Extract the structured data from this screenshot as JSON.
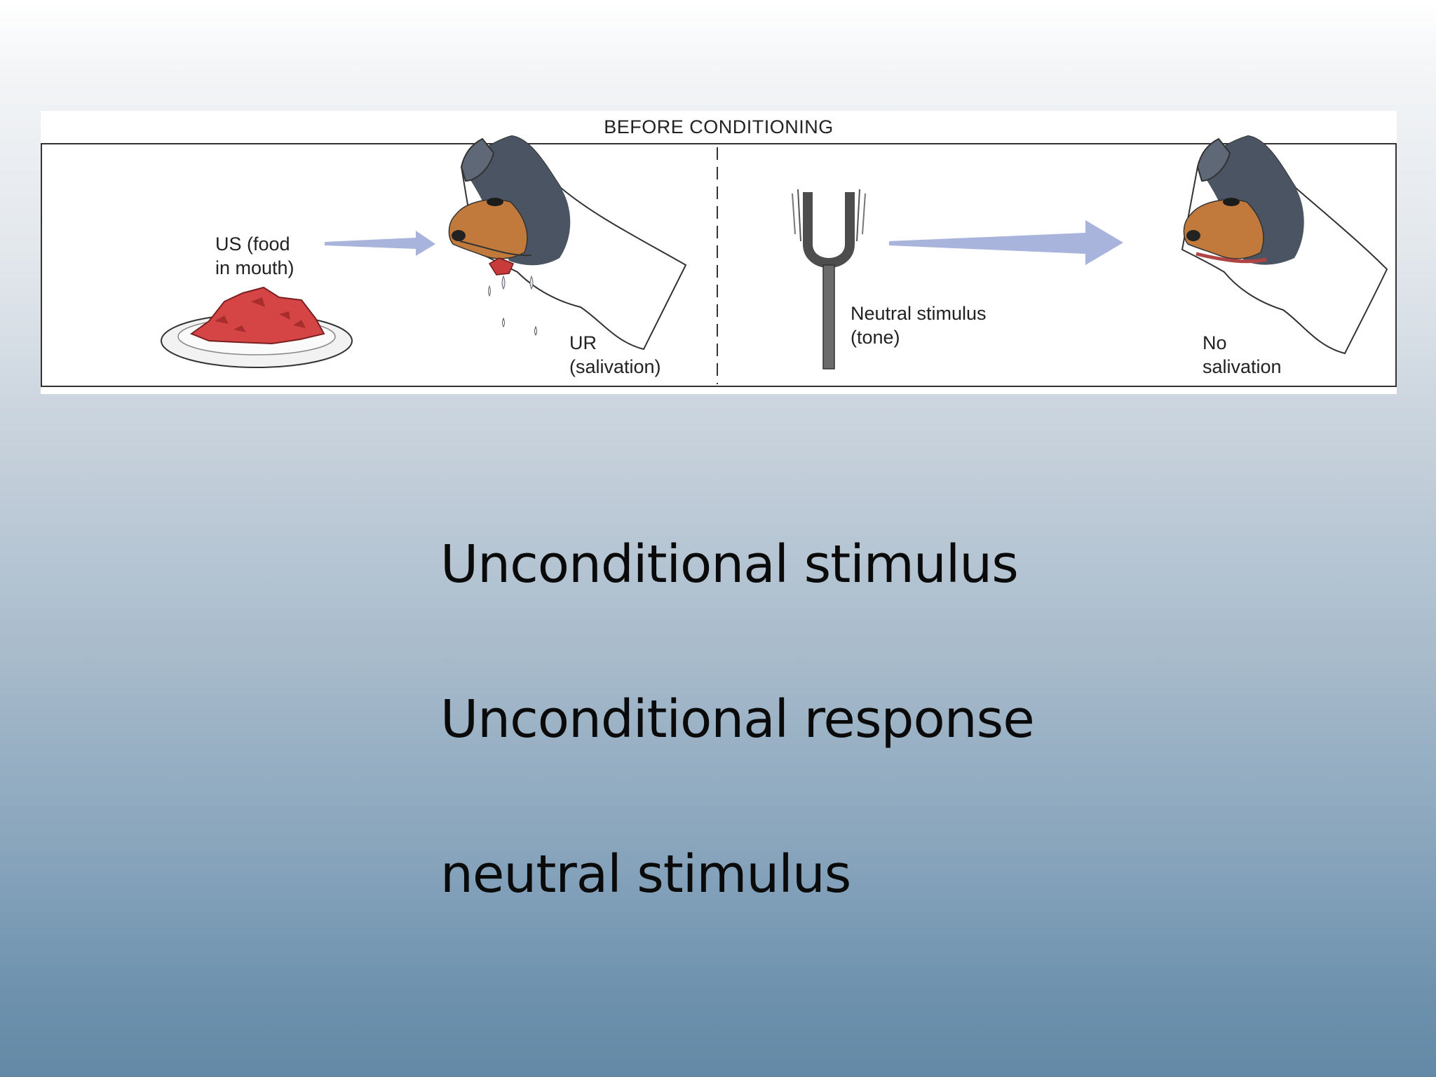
{
  "figure": {
    "caption": "BEFORE CONDITIONING",
    "left_panel": {
      "us_label_line1": "US (food",
      "us_label_line2": "in mouth)",
      "ur_label_line1": "UR",
      "ur_label_line2": "(salivation)"
    },
    "right_panel": {
      "neutral_label_line1": "Neutral stimulus",
      "neutral_label_line2": "(tone)",
      "result_label_line1": "No",
      "result_label_line2": "salivation"
    },
    "icons": [
      "food-plate-icon",
      "dog-salivating-icon",
      "tuning-fork-icon",
      "dog-no-salivation-icon",
      "arrow-icon"
    ],
    "colors": {
      "arrow": "#a9b4dd",
      "food": "#d64545",
      "dog_dark": "#4a5462",
      "dog_tan": "#c27a3c"
    }
  },
  "terms": [
    "Unconditional stimulus",
    "Unconditional response",
    "neutral stimulus"
  ]
}
